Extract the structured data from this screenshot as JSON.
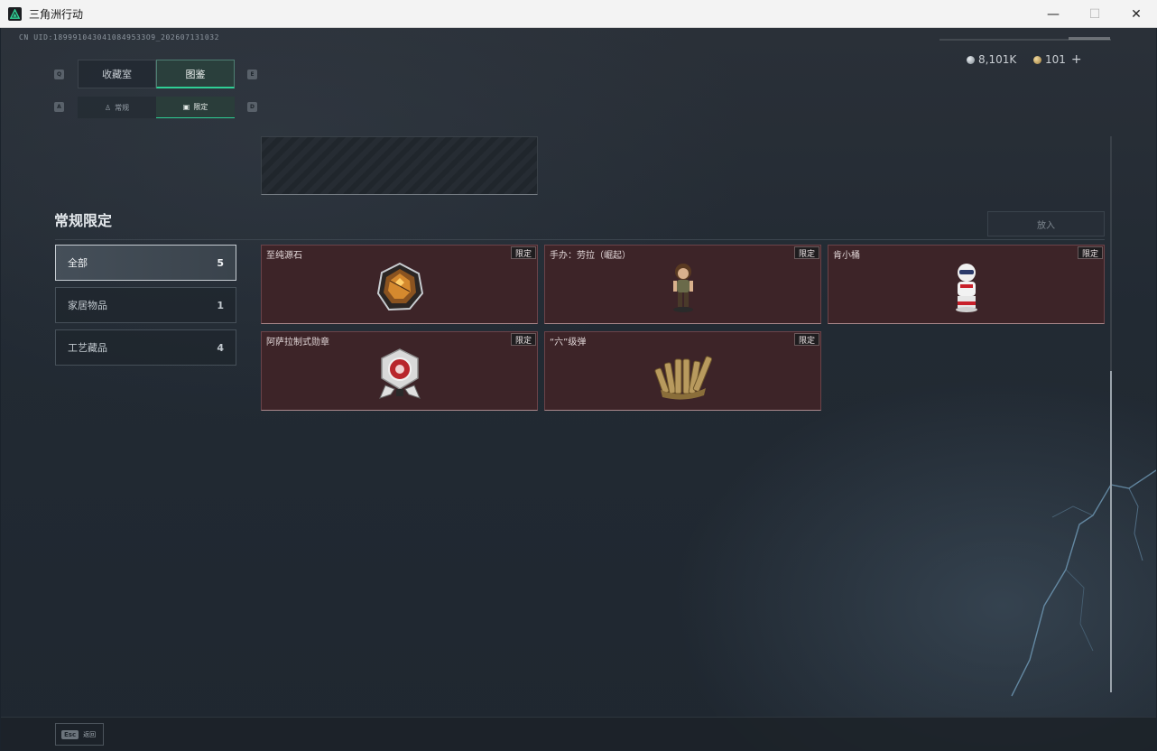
{
  "window": {
    "title": "三角洲行动",
    "minimize": "—",
    "maximize": "☐",
    "close": "✕"
  },
  "header": {
    "uid": "CN UID:1899910430410849533O9_202607131032",
    "currency": [
      {
        "icon": "silver-coin-icon",
        "value": "8,101K"
      },
      {
        "icon": "gold-coin-icon",
        "value": "101"
      }
    ],
    "add_label": "+"
  },
  "tabs": {
    "main": [
      {
        "label": "收藏室",
        "active": false
      },
      {
        "label": "图鉴",
        "active": true
      }
    ],
    "main_keys": [
      "Q",
      "E"
    ],
    "sub": [
      {
        "label": "常规",
        "icon": "chess-piece-icon",
        "active": false
      },
      {
        "label": "限定",
        "icon": "image-icon",
        "active": true
      }
    ],
    "sub_keys": [
      "A",
      "D"
    ]
  },
  "section": {
    "title": "常规限定",
    "put_button": "放入"
  },
  "categories": [
    {
      "label": "全部",
      "count": "5",
      "active": true
    },
    {
      "label": "家居物品",
      "count": "1",
      "active": false
    },
    {
      "label": "工艺藏品",
      "count": "4",
      "active": false
    }
  ],
  "items": [
    {
      "name": "至纯源石",
      "badge": "限定",
      "art": "crystal-icon"
    },
    {
      "name": "手办：劳拉（崛起）",
      "badge": "限定",
      "art": "figure-lara-icon"
    },
    {
      "name": "肯小桶",
      "badge": "限定",
      "art": "figure-bucket-icon"
    },
    {
      "name": "阿萨拉制式勋章",
      "badge": "限定",
      "art": "medal-icon"
    },
    {
      "name": "“六”级弹",
      "badge": "限定",
      "art": "bullets-icon"
    }
  ],
  "footer": {
    "esc_key": "Esc",
    "back_label": "返回"
  },
  "colors": {
    "accent": "#2fcf95",
    "card_bg": "#3d2428"
  }
}
